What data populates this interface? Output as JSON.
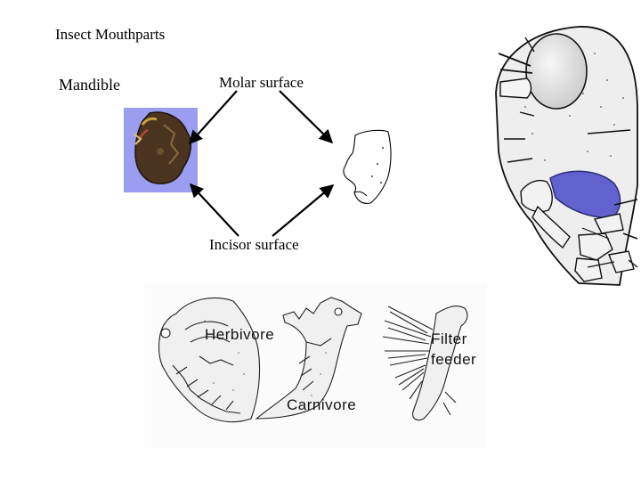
{
  "slide": {
    "title": "Insect Mouthparts",
    "mandible_label": "Mandible",
    "molar_label": "Molar surface",
    "incisor_label": "Incisor surface"
  },
  "panel": {
    "herbivore_label": "Herbivore",
    "carnivore_label": "Carnivore",
    "filter_label_line1": "Filter",
    "filter_label_line2": "feeder"
  },
  "colors": {
    "mandible_photo_background": "#9a9df0",
    "mandible_fill": "#4a3420",
    "highlight_fill": "#5f5fd0",
    "line_color": "#000000"
  },
  "icons": {
    "mandible_photo": "mandible-photo-icon",
    "mandible_outline": "mandible-outline-icon",
    "insect_head": "insect-head-icon",
    "herbivore_mandible": "herbivore-mandible-icon",
    "carnivore_mandible": "carnivore-mandible-icon",
    "filter_feeder_mandible": "filter-feeder-mandible-icon"
  }
}
